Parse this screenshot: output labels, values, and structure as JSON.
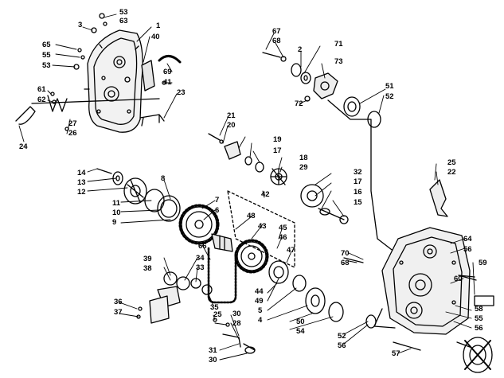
{
  "callouts": [
    "53",
    "63",
    "3",
    "1",
    "40",
    "65",
    "55",
    "53",
    "69",
    "41",
    "61",
    "62",
    "23",
    "27",
    "26",
    "24",
    "67",
    "68",
    "2",
    "71",
    "73",
    "72",
    "51",
    "52",
    "21",
    "20",
    "19",
    "17",
    "18",
    "29",
    "32",
    "17",
    "16",
    "15",
    "25",
    "22",
    "14",
    "13",
    "12",
    "8",
    "11",
    "10",
    "9",
    "7",
    "6",
    "42",
    "48",
    "43",
    "45",
    "46",
    "47",
    "39",
    "38",
    "34",
    "33",
    "35",
    "66",
    "44",
    "49",
    "5",
    "4",
    "50",
    "54",
    "36",
    "37",
    "25",
    "30",
    "28",
    "31",
    "30",
    "64",
    "56",
    "59",
    "70",
    "68",
    "60",
    "58",
    "55",
    "56",
    "52",
    "56",
    "57"
  ]
}
